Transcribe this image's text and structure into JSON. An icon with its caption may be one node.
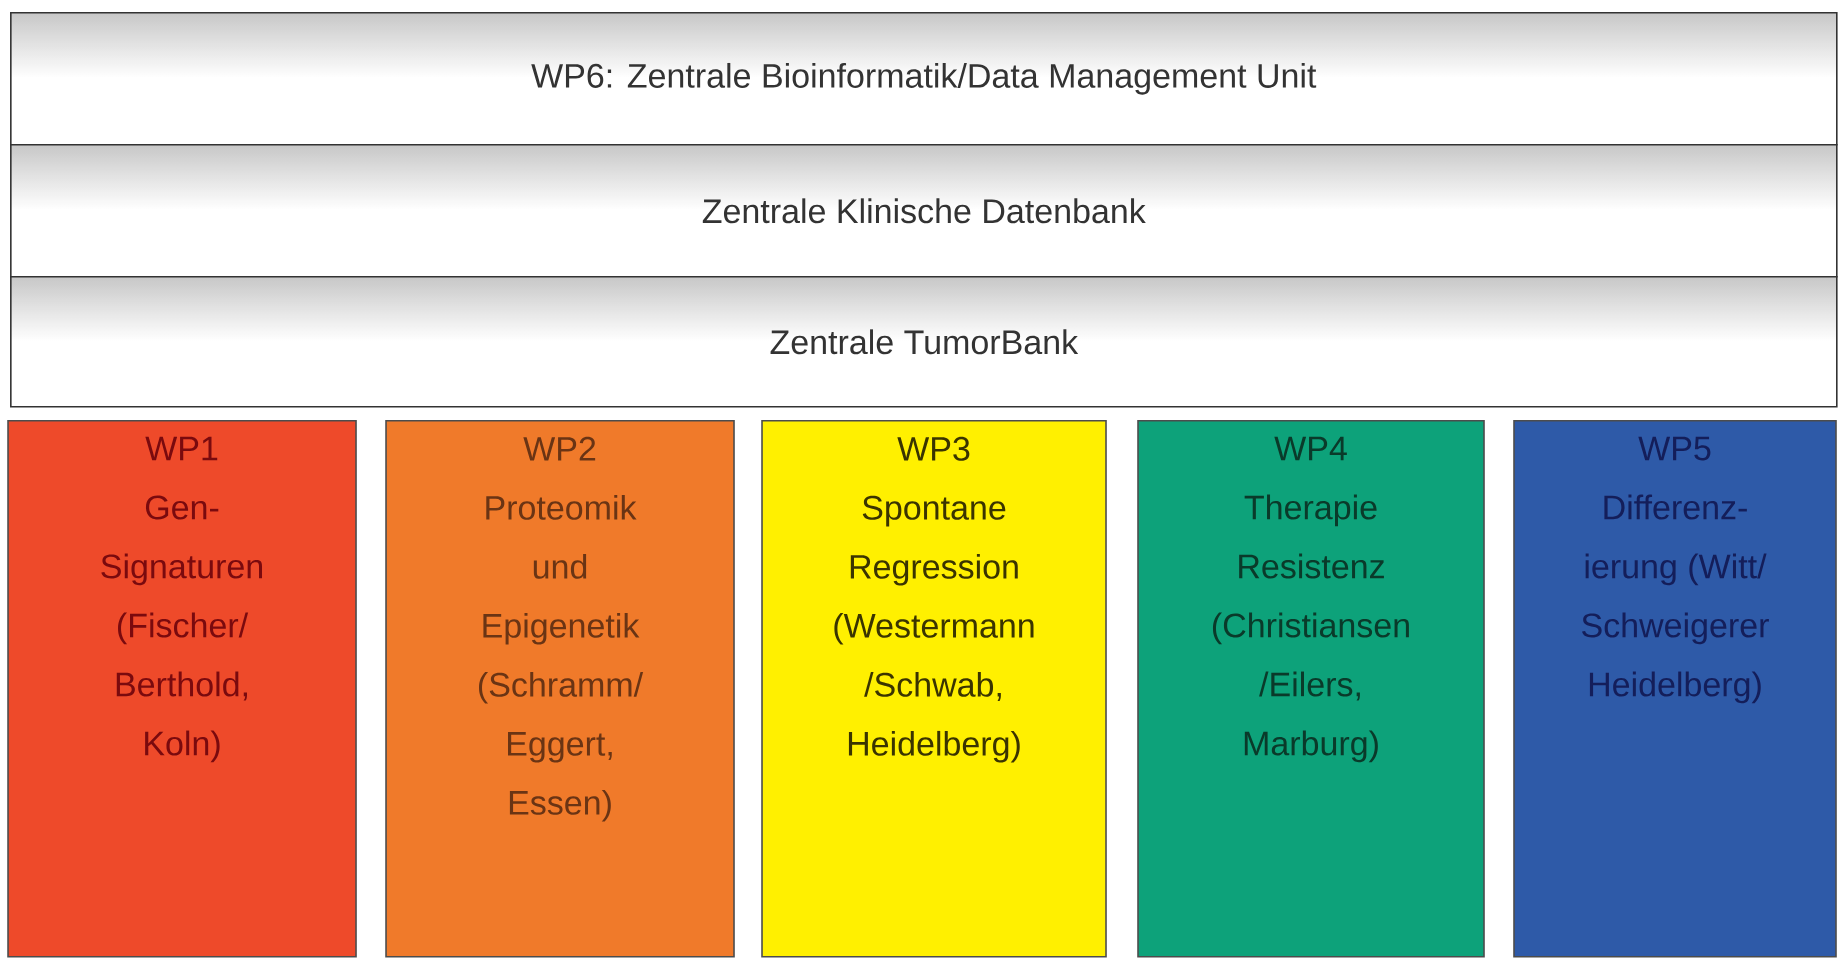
{
  "diagram": {
    "nodes": [
      {
        "text": [
          "WP6: Zentrale Bioinformatik/Data Management Unit"
        ]
      },
      {
        "text": [
          "Zentrale Klinische Datenbank"
        ]
      },
      {
        "text": [
          "Zentrale TumorBank"
        ]
      },
      {
        "text": [
          "WP1",
          "Gen- Signaturen (Fischer/ Berthold, Koln)"
        ]
      },
      {
        "text": [
          "WP2",
          "Proteomik und Epigenetik (Schramm/ Eggert, Essen)"
        ]
      },
      {
        "text": [
          "WP3",
          "Spontane Regression (Westermann /Schwab, Heidelberg)"
        ]
      },
      {
        "text": [
          "WP4",
          "Therapie Resistenz (Christiansen /Eilers, Marburg)"
        ]
      },
      {
        "text": [
          "WP5",
          "Differenz- ierung (Witt/ Schweigerer Heidelberg)"
        ]
      }
    ]
  }
}
